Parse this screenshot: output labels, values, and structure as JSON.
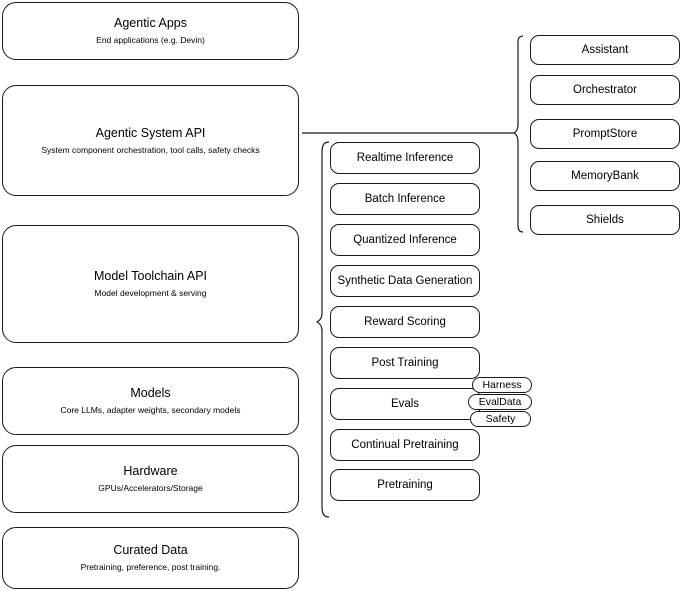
{
  "diagram": {
    "title": "Agentic AI stack architecture diagram",
    "stroke_color": "#1a1a1a",
    "background_color": "#ffffff"
  },
  "layers": [
    {
      "id": "agentic-apps",
      "title": "Agentic Apps",
      "subtitle": "End applications (e.g. Devin)"
    },
    {
      "id": "agentic-system-api",
      "title": "Agentic System API",
      "subtitle": "System component orchestration, tool calls, safety checks"
    },
    {
      "id": "model-toolchain-api",
      "title": "Model Toolchain API",
      "subtitle": "Model development & serving"
    },
    {
      "id": "models",
      "title": "Models",
      "subtitle": "Core LLMs, adapter weights, secondary models"
    },
    {
      "id": "hardware",
      "title": "Hardware",
      "subtitle": "GPUs/Accelerators/Storage"
    },
    {
      "id": "curated-data",
      "title": "Curated Data",
      "subtitle": "Pretraining, preference, post training."
    }
  ],
  "toolchain_capabilities": [
    {
      "id": "realtime-inference",
      "label": "Realtime Inference"
    },
    {
      "id": "batch-inference",
      "label": "Batch Inference"
    },
    {
      "id": "quantized-inference",
      "label": "Quantized Inference"
    },
    {
      "id": "synthetic-data-generation",
      "label": "Synthetic Data Generation"
    },
    {
      "id": "reward-scoring",
      "label": "Reward Scoring"
    },
    {
      "id": "post-training",
      "label": "Post Training"
    },
    {
      "id": "evals",
      "label": "Evals"
    },
    {
      "id": "continual-pretraining",
      "label": "Continual Pretraining"
    },
    {
      "id": "pretraining",
      "label": "Pretraining"
    }
  ],
  "evals_subcomponents": [
    {
      "id": "harness",
      "label": "Harness"
    },
    {
      "id": "evaldata",
      "label": "EvalData"
    },
    {
      "id": "safety",
      "label": "Safety"
    }
  ],
  "system_components": [
    {
      "id": "assistant",
      "label": "Assistant"
    },
    {
      "id": "orchestrator",
      "label": "Orchestrator"
    },
    {
      "id": "promptstore",
      "label": "PromptStore"
    },
    {
      "id": "memorybank",
      "label": "MemoryBank"
    },
    {
      "id": "shields",
      "label": "Shields"
    }
  ]
}
